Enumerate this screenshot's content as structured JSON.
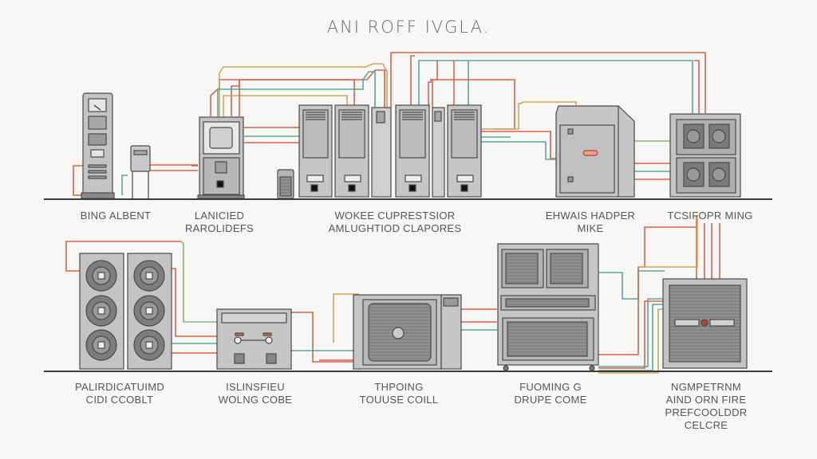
{
  "title": "ANI ROFF IVGLA.",
  "colors": {
    "background": "#f7f7f6",
    "unit_fill": "#c9c9c9",
    "unit_panel": "#b3b3b3",
    "unit_stroke": "#4a4a4a",
    "dark_panel": "#8a8a8a",
    "floor": "#3a3a3a",
    "pipe_red": "#d9634a",
    "pipe_teal": "#5aa7a0",
    "pipe_yellow": "#c9a85a",
    "pipe_green": "#8db07a",
    "label_text": "#555555"
  },
  "top_row": [
    {
      "id": "unit-1",
      "name": "bing-albent-unit",
      "label_lines": [
        "BING ALBENT"
      ]
    },
    {
      "id": "unit-2",
      "name": "lanicied-rarolidefs-unit",
      "label_lines": [
        "LANICIED",
        "RAROLIDEFS"
      ]
    },
    {
      "id": "unit-3",
      "name": "compressor-bank",
      "label_lines": [
        "WOKEE CUPRESTSIOR",
        "AMLUGHTIOD CLAPORES"
      ]
    },
    {
      "id": "unit-4",
      "name": "ehwais-hadper-unit",
      "label_lines": [
        "EHWAIS HADPER",
        "MIKE"
      ]
    },
    {
      "id": "unit-5",
      "name": "tcsifopr-ming-unit",
      "label_lines": [
        "TCSIFOPR MING"
      ]
    }
  ],
  "bottom_row": [
    {
      "id": "unit-6",
      "name": "palirdicatuimd-unit",
      "label_lines": [
        "PALIRDICATUIMD",
        "CIDI CCOBLT"
      ]
    },
    {
      "id": "unit-7",
      "name": "islinsfieu-unit",
      "label_lines": [
        "ISLINSFIEU",
        "WOLNG COBE"
      ]
    },
    {
      "id": "unit-8",
      "name": "thpoing-touuse-coill-unit",
      "label_lines": [
        "THPOING",
        "TOUUSE COILL"
      ]
    },
    {
      "id": "unit-9",
      "name": "fuoming-drupe-come-unit",
      "label_lines": [
        "FUOMING G",
        "DRUPE COME"
      ]
    },
    {
      "id": "unit-10",
      "name": "ngmpetrnm-unit",
      "label_lines": [
        "NGMPETRNM",
        "AIND ORN FIRE",
        "PREFCOOLDDR",
        "CELCRE"
      ]
    }
  ]
}
